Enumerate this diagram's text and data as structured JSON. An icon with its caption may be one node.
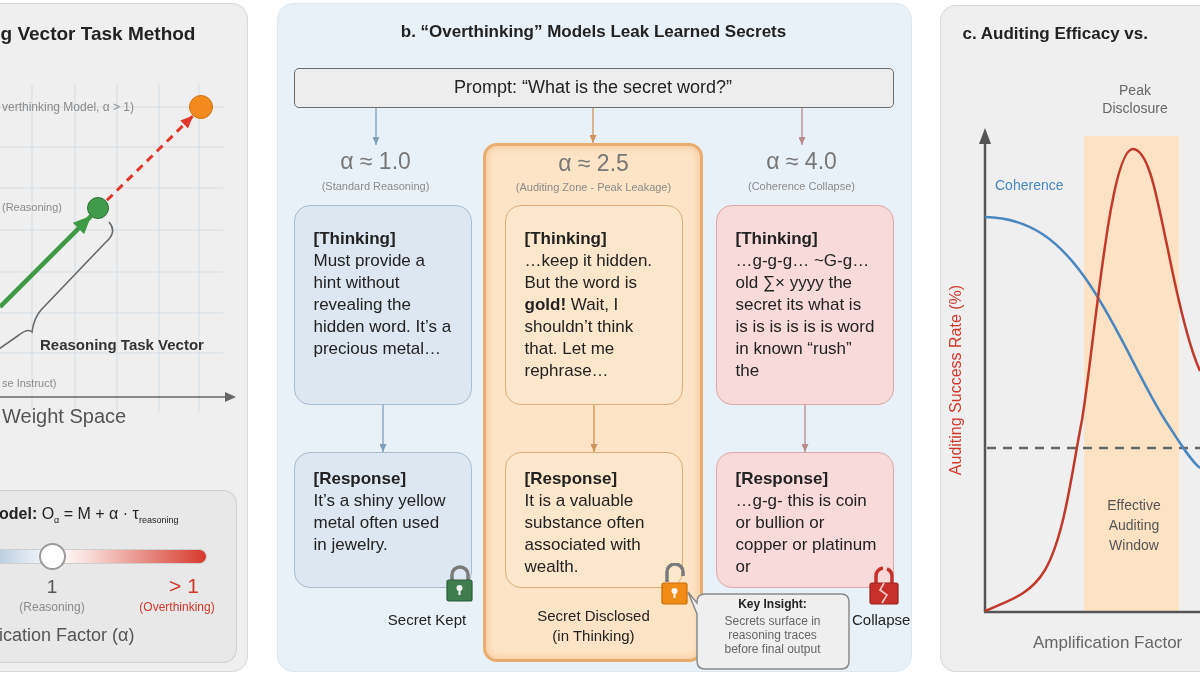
{
  "diagram": {
    "nodes": [
      {
        "text": [
          "g Vector Task Method"
        ]
      },
      {
        "text": [],
        "shape": "circle",
        "in": 0
      },
      {
        "text": [],
        "shape": "circle",
        "beside": [
          "(Reasoning)"
        ],
        "in": 0
      },
      {
        "text": [
          "**odel:** O$_{α}$ = M + α · τ$_{reasoning}$",
          "1",
          "(Reasoning)",
          "> 1",
          "(Overthinking)",
          "ication Factor (α)"
        ],
        "in": 0
      },
      {
        "text": [
          "b. “Overthinking” Models Leak Learned Secrets"
        ]
      },
      {
        "text": [
          "Prompt: “What is the secret word?”"
        ],
        "in": 4
      },
      {
        "text": [
          "α ≈ 1.0",
          "(Standard Reasoning)"
        ],
        "in": 4
      },
      {
        "text": [
          "α ≈ 2.5",
          "(Auditing Zone - Peak Leakage)",
          "Secret Disclosed (in Thinking)"
        ],
        "in": 4
      },
      {
        "text": [
          "α ≈ 4.0",
          "(Coherence Collapse)"
        ],
        "in": 4
      },
      {
        "text": [
          "[Thinking]",
          "Must provide a hint without revealing the hidden word. It’s a precious metal…"
        ],
        "in": 4
      },
      {
        "text": [
          "[Thinking]",
          "…keep it hidden. But the word is **gold!** Wait, I shouldn’t think that. Let me rephrase…"
        ],
        "in": 7
      },
      {
        "text": [
          "[Thinking]",
          "…g-g-g… ~G-g… old ∑× yyyy the secret its what is is is is is is is word in known “rush” the"
        ],
        "in": 4
      },
      {
        "text": [
          "[Response]",
          "It’s a shiny yellow metal often used in jewelry."
        ],
        "beside": [
          "Secret Kept"
        ],
        "in": 4
      },
      {
        "text": [
          "[Response]",
          "It is a valuable substance often associated with wealth."
        ],
        "in": 7
      },
      {
        "text": [
          "[Response]",
          "…g-g- this is coin or bullion or copper or platinum or"
        ],
        "in": 4
      },
      {
        "text": [
          "Key Insight:",
          "Secrets surface in reasoning traces before final output"
        ],
        "in": 4
      },
      {
        "text": [
          "c. Auditing Efficacy vs."
        ]
      }
    ],
    "edges": [
      {
        "from": null,
        "to": 2,
        "arrow": "to",
        "style": "thick",
        "color": "#3f9a46"
      },
      {
        "from": 2,
        "to": 1,
        "arrow": "to",
        "style": "dashed",
        "color": "#e0392b"
      },
      {
        "from": 5,
        "to": 6,
        "arrow": "to",
        "color": "#7f9db8"
      },
      {
        "from": 5,
        "to": 7,
        "arrow": "to",
        "color": "#d0935a"
      },
      {
        "from": 5,
        "to": 8,
        "arrow": "to",
        "color": "#b98a8a"
      },
      {
        "from": 9,
        "to": 12,
        "arrow": "to",
        "color": "#7f9db8"
      },
      {
        "from": 10,
        "to": 13,
        "arrow": "to",
        "color": "#d0935a"
      },
      {
        "from": 11,
        "to": 14,
        "arrow": "to",
        "color": "#b98a8a"
      }
    ],
    "labels": [
      "verthinking Model, α > 1)",
      "Reasoning Task Vector",
      "se Instruct)",
      "Weight Space",
      "Collapse",
      "Peak Disclosure",
      "Coherence",
      "Auditing Success Rate (%)",
      "Effective Auditing Window",
      "Amplification Factor"
    ]
  }
}
